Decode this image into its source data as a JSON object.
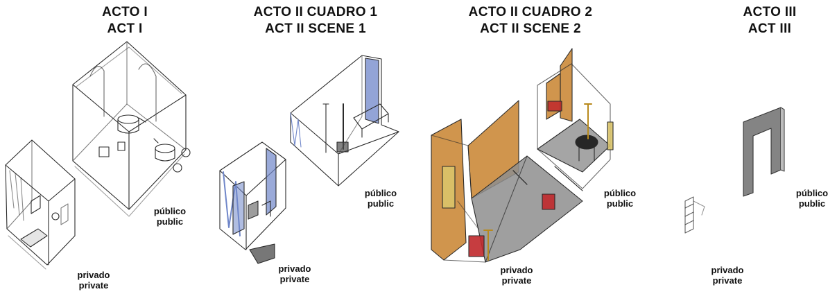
{
  "panels": [
    {
      "title_es": "ACTO I",
      "title_en": "ACT I",
      "public_es": "público",
      "public_en": "public",
      "private_es": "privado",
      "private_en": "private"
    },
    {
      "title_es": "ACTO II CUADRO 1",
      "title_en": "ACT II SCENE 1",
      "public_es": "público",
      "public_en": "public",
      "private_es": "privado",
      "private_en": "private"
    },
    {
      "title_es": "ACTO II CUADRO 2",
      "title_en": "ACT II SCENE 2",
      "public_es": "público",
      "public_en": "public",
      "private_es": "privado",
      "private_en": "private"
    },
    {
      "title_es": "ACTO III",
      "title_en": "ACT III",
      "public_es": "público",
      "public_en": "public",
      "private_es": "privado",
      "private_en": "private"
    }
  ],
  "colors": {
    "sketch_line": "#2a2a2a",
    "act2_wall_blue": "#6f86c9",
    "act2b_wall_orange": "#c8832e",
    "act2b_floor_grey": "#8e8e8e",
    "act2b_furniture_red": "#c0282b",
    "act3_frame_grey": "#777777"
  }
}
